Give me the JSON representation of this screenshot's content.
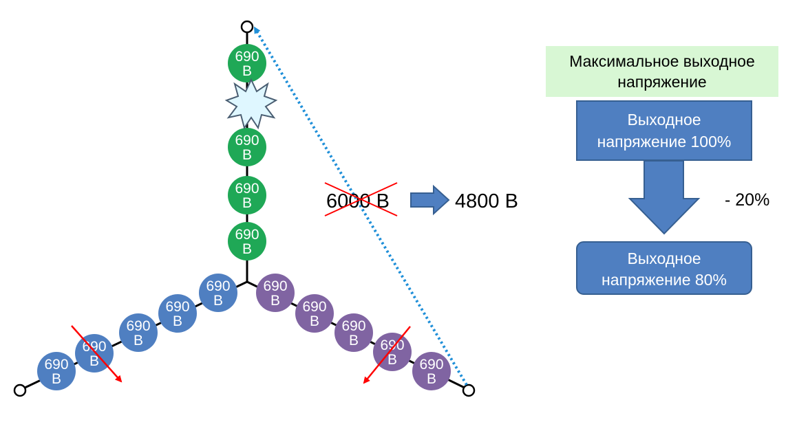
{
  "cell_label_value": "690",
  "cell_label_unit": "В",
  "colors": {
    "green": "#1fa856",
    "blue": "#4f7fc1",
    "purple": "#8064a2",
    "box_fill": "#4f7fc1",
    "box_border": "#365f91",
    "header_fill": "#d8f7d4",
    "dotted_line": "#1f8fd8",
    "cross": "#ff0000",
    "starburst": "#dff7ff"
  },
  "voltage_old": "6000 В",
  "voltage_new": "4800 В",
  "header_box": {
    "line1": "Максимальное выходное",
    "line2": "напряжение"
  },
  "box_top": {
    "line1": "Выходное",
    "line2": "напряжение 100%"
  },
  "box_bottom": {
    "line1": "Выходное",
    "line2": "напряжение 80%"
  },
  "reduction": "- 20%"
}
